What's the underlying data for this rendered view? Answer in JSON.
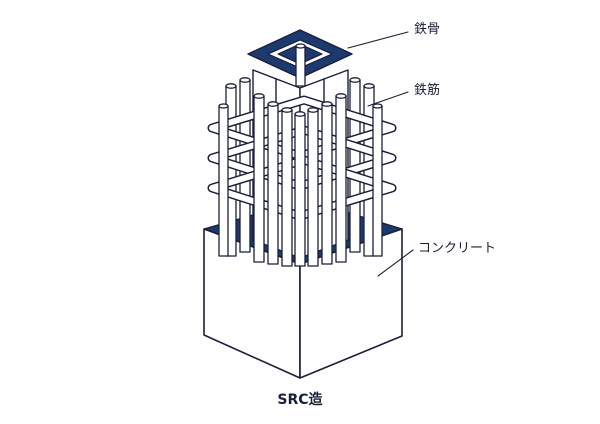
{
  "labels": {
    "steel_frame": "鉄骨",
    "rebar": "鉄筋",
    "concrete": "コンクリート"
  },
  "caption": "SRC造",
  "colors": {
    "navy": "#1c3a6e",
    "line": "#1a1f3a",
    "face": "#ffffff"
  }
}
